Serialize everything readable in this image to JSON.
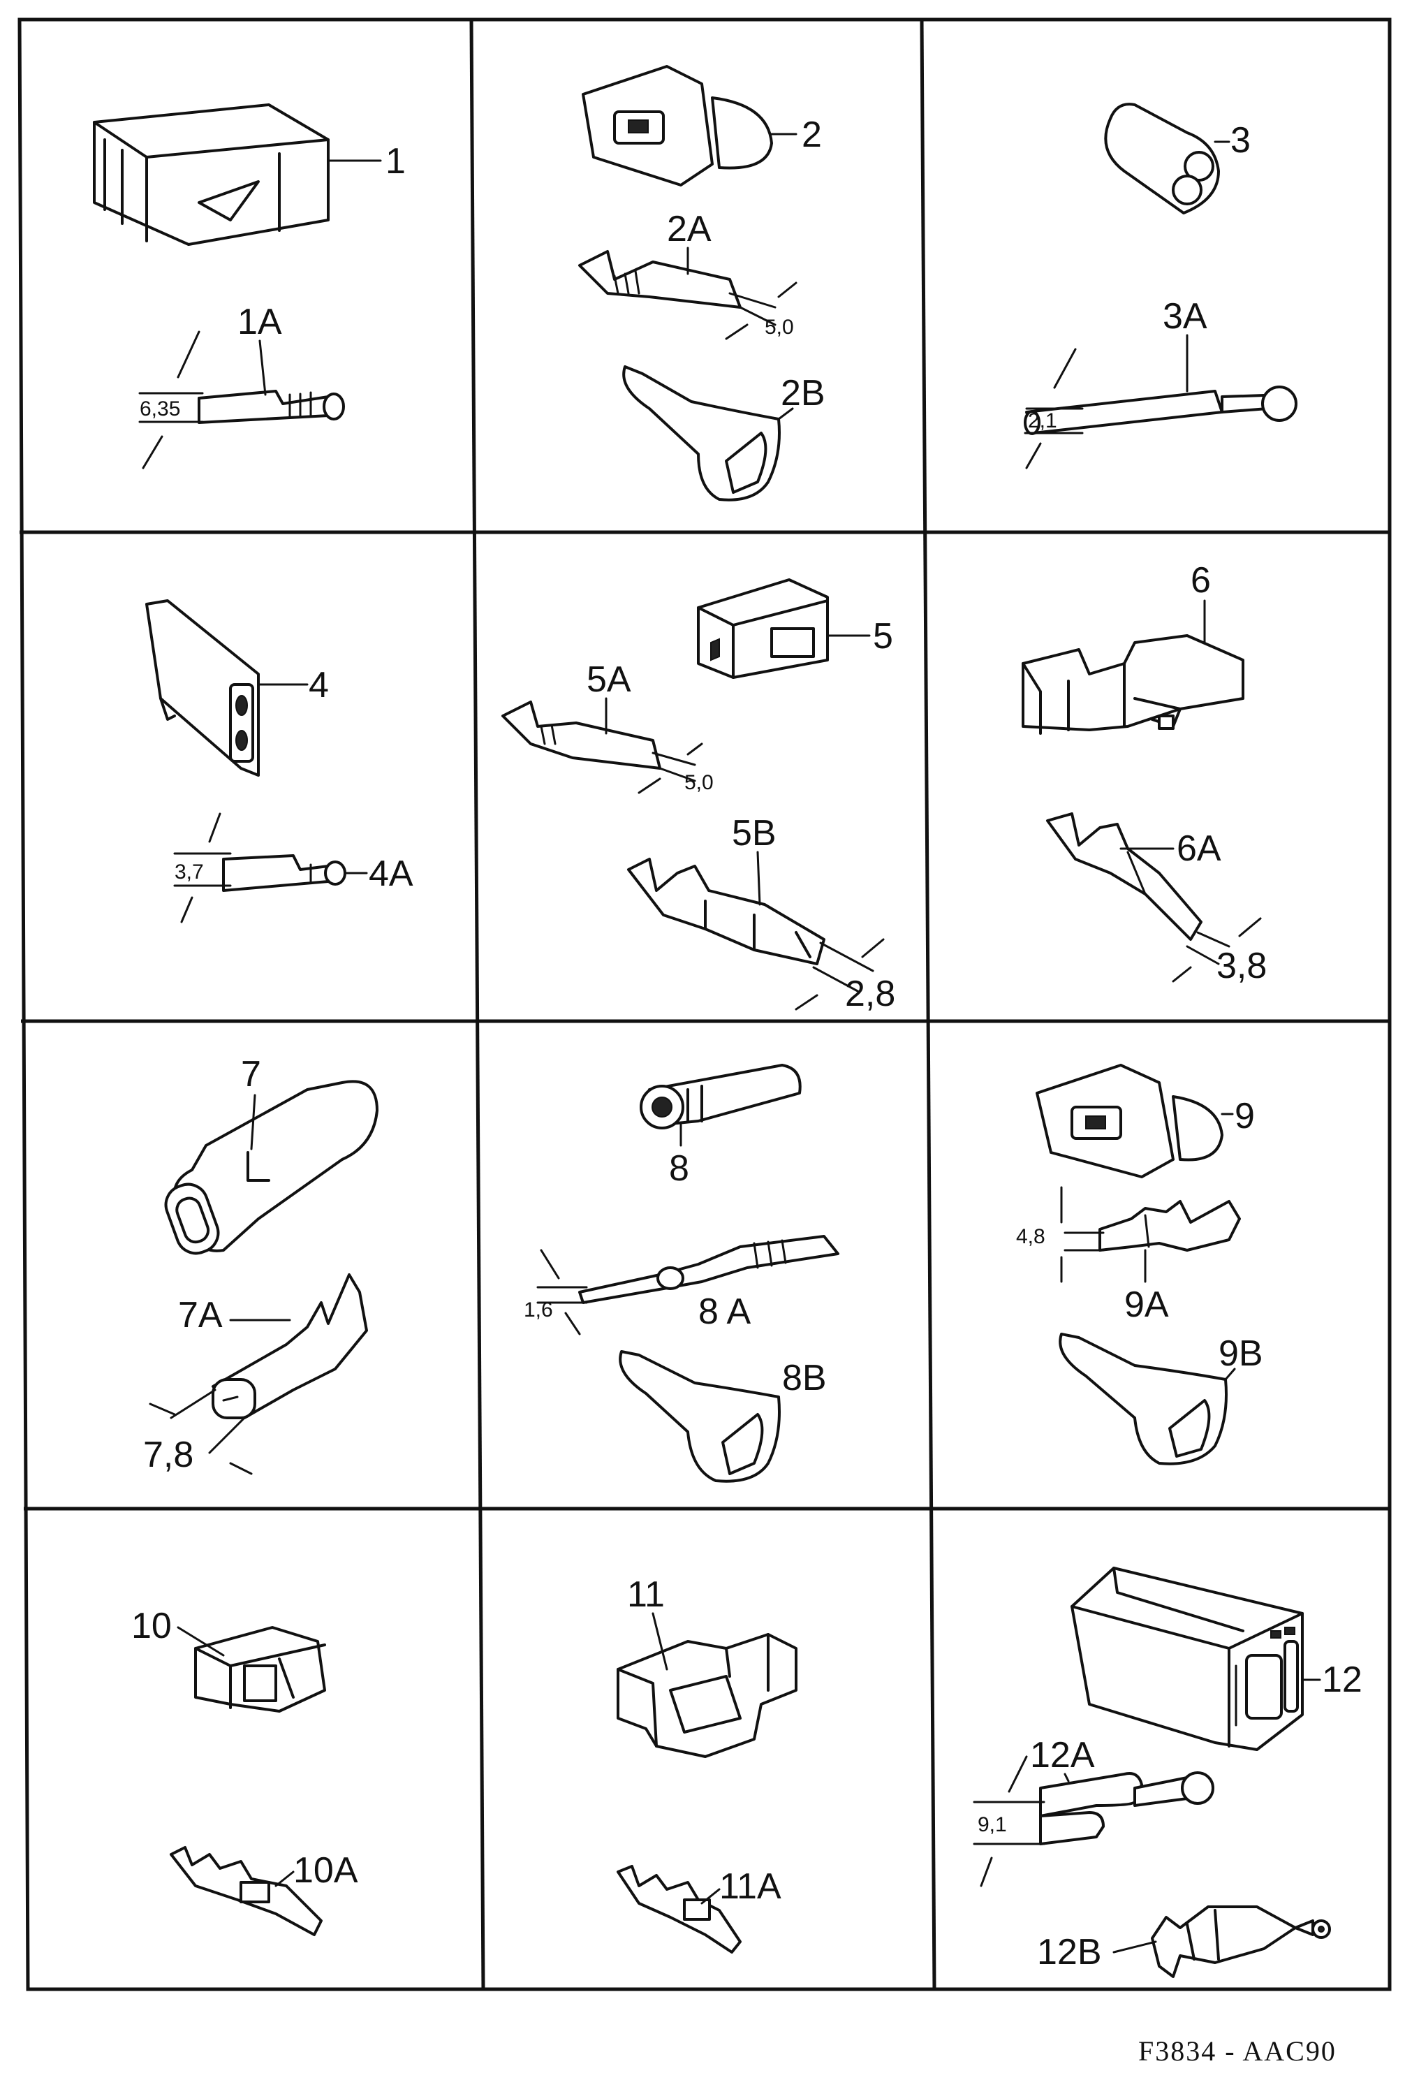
{
  "diagram": {
    "code": "F3834 - AAC90",
    "cells": [
      {
        "id": "1",
        "labels": {
          "housing": "1",
          "terminal": "1A"
        },
        "dims": [
          "6,35"
        ]
      },
      {
        "id": "2",
        "labels": {
          "housing": "2",
          "terminal": "2A",
          "boot": "2B"
        },
        "dims": [
          "5,0"
        ]
      },
      {
        "id": "3",
        "labels": {
          "housing": "3",
          "terminal": "3A"
        },
        "dims": [
          "2,1"
        ]
      },
      {
        "id": "4",
        "labels": {
          "housing": "4",
          "terminal": "4A"
        },
        "dims": [
          "3,7"
        ]
      },
      {
        "id": "5",
        "labels": {
          "housing": "5",
          "terminal": "5A",
          "terminal_b": "5B"
        },
        "dims": [
          "5,0",
          "2,8"
        ]
      },
      {
        "id": "6",
        "labels": {
          "housing": "6",
          "terminal": "6A"
        },
        "dims": [
          "3,8"
        ]
      },
      {
        "id": "7",
        "labels": {
          "housing": "7",
          "terminal": "7A"
        },
        "dims": [
          "7,8"
        ]
      },
      {
        "id": "8",
        "labels": {
          "housing": "8",
          "terminal": "8 A",
          "boot": "8B"
        },
        "dims": [
          "1,6"
        ]
      },
      {
        "id": "9",
        "labels": {
          "housing": "9",
          "terminal": "9A",
          "boot": "9B"
        },
        "dims": [
          "4,8"
        ]
      },
      {
        "id": "10",
        "labels": {
          "housing": "10",
          "terminal": "10A"
        },
        "dims": []
      },
      {
        "id": "11",
        "labels": {
          "housing": "11",
          "terminal": "11A"
        },
        "dims": []
      },
      {
        "id": "12",
        "labels": {
          "housing": "12",
          "terminal": "12A",
          "boot": "12B"
        },
        "dims": [
          "9,1"
        ]
      }
    ]
  }
}
